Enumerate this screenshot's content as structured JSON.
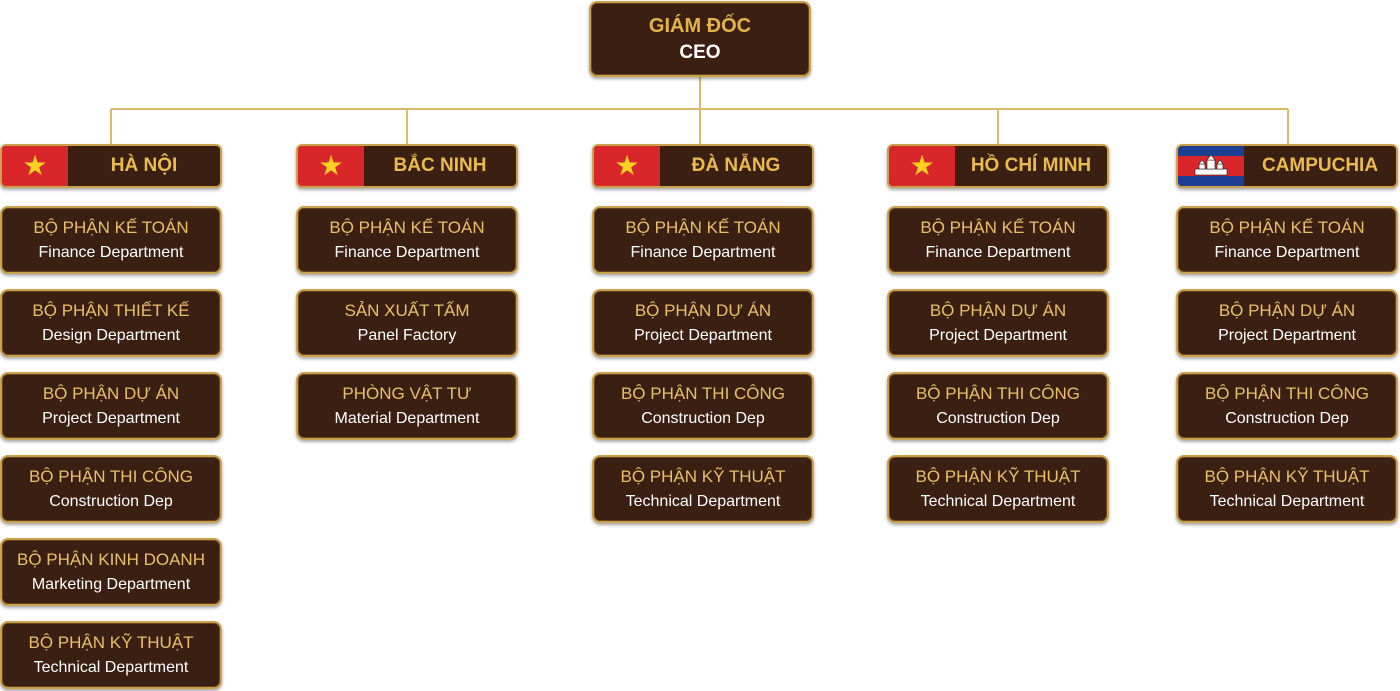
{
  "ceo": {
    "title_vi": "GIÁM ĐỐC",
    "title_en": "CEO"
  },
  "colors": {
    "box_bg": "#3b1f12",
    "gold": "#c9a24b",
    "gold_text": "#e9bb4f",
    "vn_red": "#d8262b",
    "vn_star": "#ffd21f",
    "kh_blue": "#1c3f94"
  },
  "branches": [
    {
      "name": "HÀ NỘI",
      "flag": "vietnam-flag-icon",
      "departments": [
        {
          "vi": "BỘ PHẬN KẾ TOÁN",
          "en": "Finance Department"
        },
        {
          "vi": "BỘ PHẬN THIẾT KẾ",
          "en": "Design Department"
        },
        {
          "vi": "BỘ PHẬN DỰ ÁN",
          "en": "Project Department"
        },
        {
          "vi": "BỘ PHẬN THI CÔNG",
          "en": "Construction Dep"
        },
        {
          "vi": "BỘ PHẬN KINH DOANH",
          "en": "Marketing Department"
        },
        {
          "vi": "BỘ PHẬN KỸ THUẬT",
          "en": "Technical Department"
        }
      ]
    },
    {
      "name": "BẮC NINH",
      "flag": "vietnam-flag-icon",
      "departments": [
        {
          "vi": "BỘ PHẬN KẾ TOÁN",
          "en": "Finance Department"
        },
        {
          "vi": "SẢN XUẤT TẤM",
          "en": "Panel Factory"
        },
        {
          "vi": "PHÒNG VẬT TƯ",
          "en": "Material Department"
        }
      ]
    },
    {
      "name": "ĐÀ NẴNG",
      "flag": "vietnam-flag-icon",
      "departments": [
        {
          "vi": "BỘ PHẬN KẾ TOÁN",
          "en": "Finance Department"
        },
        {
          "vi": "BỘ PHẬN DỰ ÁN",
          "en": "Project Department"
        },
        {
          "vi": "BỘ PHẬN THI CÔNG",
          "en": "Construction Dep"
        },
        {
          "vi": "BỘ PHẬN KỸ THUẬT",
          "en": "Technical Department"
        }
      ]
    },
    {
      "name": "HỒ CHÍ MINH",
      "flag": "vietnam-flag-icon",
      "departments": [
        {
          "vi": "BỘ PHẬN KẾ TOÁN",
          "en": "Finance Department"
        },
        {
          "vi": "BỘ PHẬN DỰ ÁN",
          "en": "Project Department"
        },
        {
          "vi": "BỘ PHẬN THI CÔNG",
          "en": "Construction Dep"
        },
        {
          "vi": "BỘ PHẬN KỸ THUẬT",
          "en": "Technical Department"
        }
      ]
    },
    {
      "name": "CAMPUCHIA",
      "flag": "cambodia-flag-icon",
      "departments": [
        {
          "vi": "BỘ PHẬN KẾ TOÁN",
          "en": "Finance Department"
        },
        {
          "vi": "BỘ PHẬN DỰ ÁN",
          "en": "Project Department"
        },
        {
          "vi": "BỘ PHẬN THI CÔNG",
          "en": "Construction Dep"
        },
        {
          "vi": "BỘ PHẬN KỸ THUẬT",
          "en": "Technical Department"
        }
      ]
    }
  ]
}
